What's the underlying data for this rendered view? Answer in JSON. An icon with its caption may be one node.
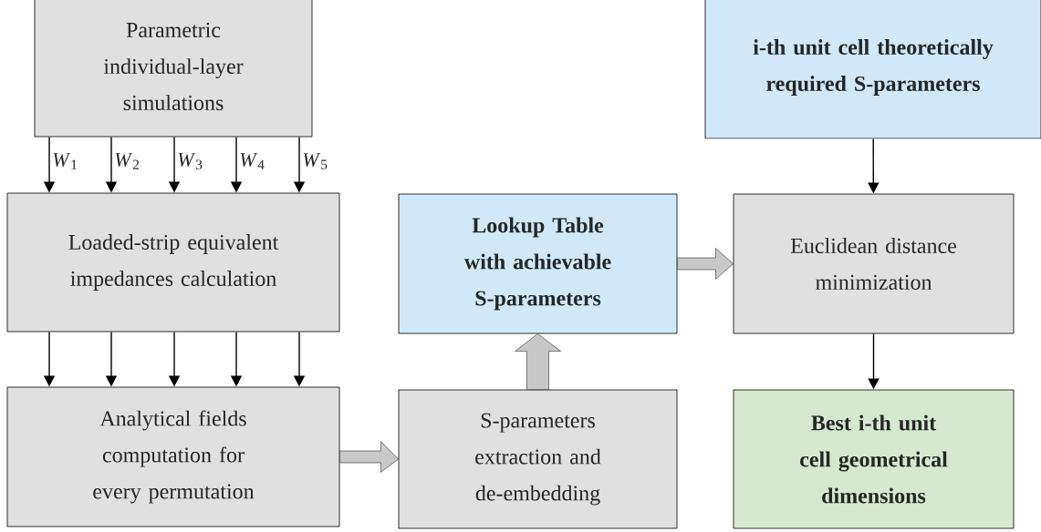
{
  "diagram": {
    "nodes": [
      {
        "text": [
          "Parametric individual-layer simulations"
        ]
      },
      {
        "text": [
          "Loaded-strip equivalent impedances calculation"
        ]
      },
      {
        "text": [
          "Analytical fields computation for every permutation"
        ]
      },
      {
        "text": [
          "S-parameters extraction and de-embedding"
        ]
      },
      {
        "text": [
          "Lookup Table with achievable S-parameters"
        ]
      },
      {
        "text": [
          "i-th unit cell theoretically required S-parameters"
        ]
      },
      {
        "text": [
          "Euclidean distance minimization"
        ]
      },
      {
        "text": [
          "Best i-th unit cell geometrical dimensions"
        ]
      }
    ],
    "edges": [
      {
        "from": 0,
        "to": 1,
        "arrow": "to",
        "label": "*W*$_{1}$"
      },
      {
        "from": 0,
        "to": 1,
        "arrow": "to",
        "label": "*W*$_{2}$"
      },
      {
        "from": 0,
        "to": 1,
        "arrow": "to",
        "label": "*W*$_{3}$"
      },
      {
        "from": 0,
        "to": 1,
        "arrow": "to",
        "label": "*W*$_{4}$"
      },
      {
        "from": 0,
        "to": 1,
        "arrow": "to",
        "label": "*W*$_{5}$"
      },
      {
        "from": 1,
        "to": 2,
        "arrow": "to"
      },
      {
        "from": 1,
        "to": 2,
        "arrow": "to"
      },
      {
        "from": 1,
        "to": 2,
        "arrow": "to"
      },
      {
        "from": 1,
        "to": 2,
        "arrow": "to"
      },
      {
        "from": 1,
        "to": 2,
        "arrow": "to"
      },
      {
        "from": 2,
        "to": 3,
        "arrow": "to",
        "style": "thick",
        "color": "#c8c8c8"
      },
      {
        "from": 3,
        "to": 4,
        "arrow": "to",
        "style": "thick",
        "color": "#c8c8c8"
      },
      {
        "from": 4,
        "to": 6,
        "arrow": "to",
        "style": "thick",
        "color": "#c8c8c8"
      },
      {
        "from": 5,
        "to": 6,
        "arrow": "to"
      },
      {
        "from": 6,
        "to": 7,
        "arrow": "to"
      }
    ]
  }
}
